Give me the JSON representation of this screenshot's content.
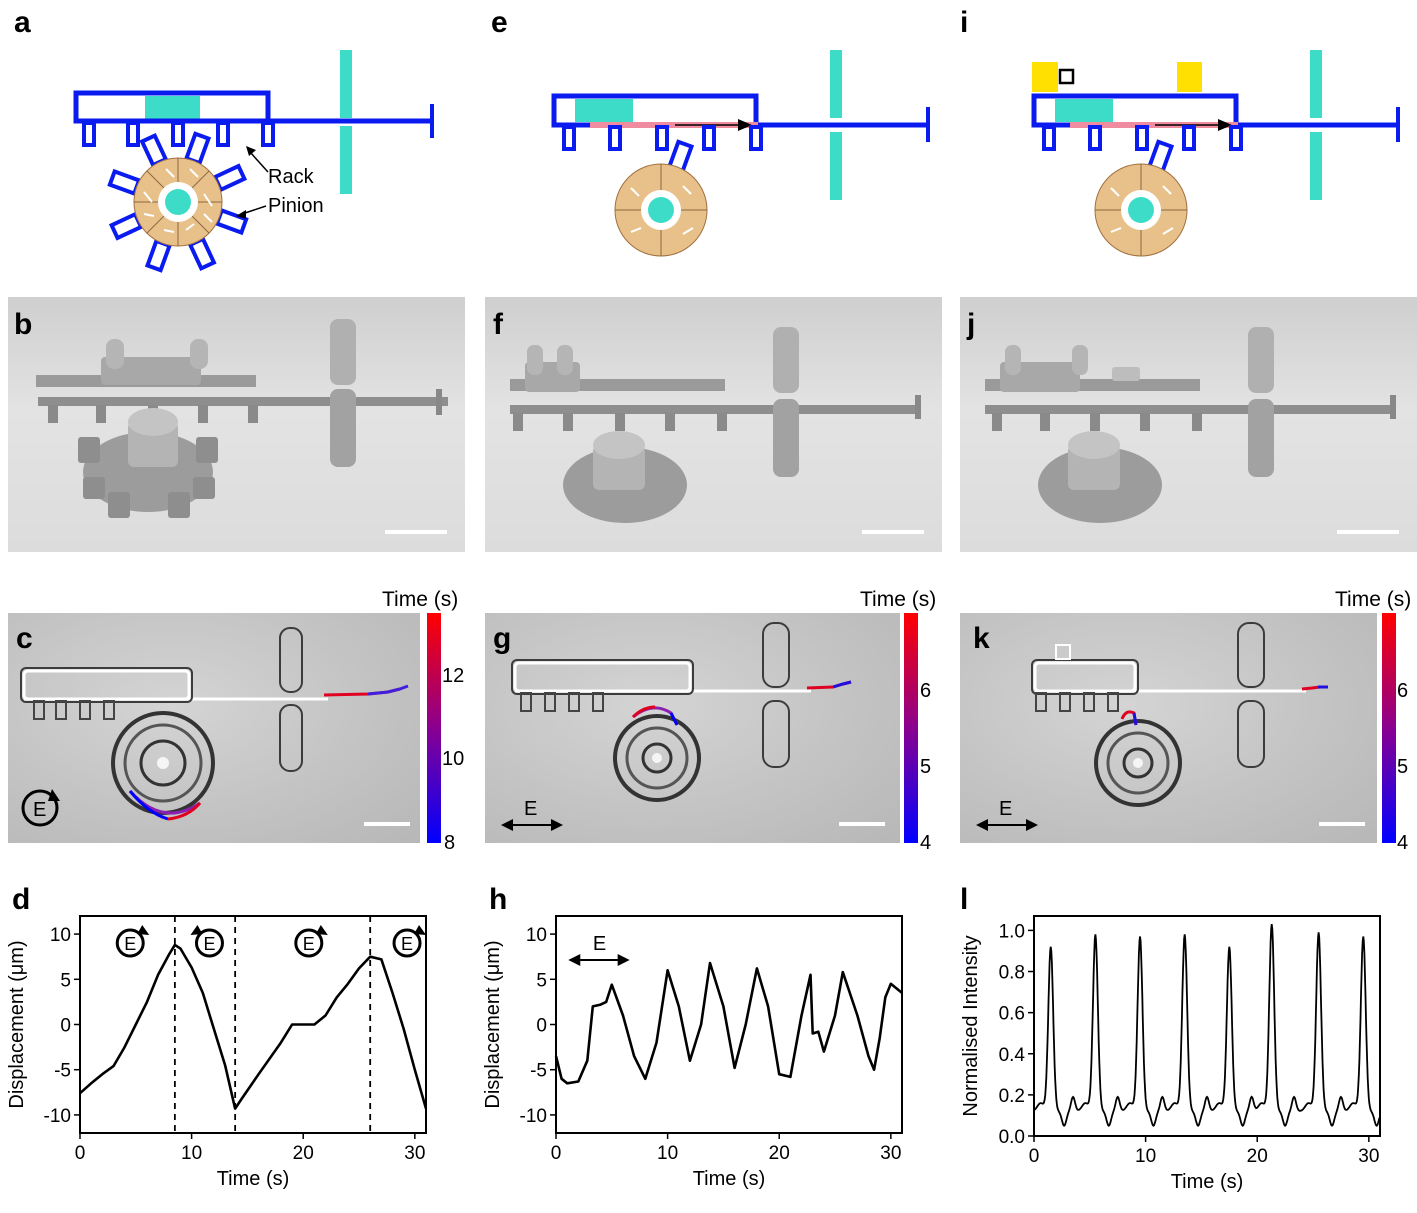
{
  "panels": {
    "a": "a",
    "b": "b",
    "c": "c",
    "d": "d",
    "e": "e",
    "f": "f",
    "g": "g",
    "h": "h",
    "i": "i",
    "j": "j",
    "k": "k",
    "l": "l"
  },
  "scheme_labels": {
    "rack": "Rack",
    "pinion": "Pinion"
  },
  "field_label": "E",
  "colorbars": [
    {
      "title": "Time (s)",
      "ticks": [
        "12",
        "10",
        "8"
      ],
      "min": 8,
      "max": 13.3
    },
    {
      "title": "Time (s)",
      "ticks": [
        "6",
        "5",
        "4"
      ],
      "min": 4,
      "max": 6.8
    },
    {
      "title": "Time (s)",
      "ticks": [
        "6",
        "5",
        "4"
      ],
      "min": 4,
      "max": 6.8
    }
  ],
  "colors": {
    "structure": "#0a1bf0",
    "cyan": "#3ddcc8",
    "pinion_fill": "#e8c08a",
    "yellow": "#ffe000",
    "pink": "#f08ca0",
    "colormap": [
      "#0000ff",
      "#ff0000"
    ]
  },
  "chart_data": [
    {
      "panel": "d",
      "type": "line",
      "xlabel": "Time (s)",
      "ylabel": "Displacement (μm)",
      "xlim": [
        0,
        31
      ],
      "ylim": [
        -12,
        12
      ],
      "xticks": [
        "0",
        "10",
        "20",
        "30"
      ],
      "yticks": [
        "10",
        "5",
        "0",
        "-5",
        "-10"
      ],
      "vlines": [
        8.5,
        13.9,
        26
      ],
      "x": [
        0,
        1,
        2,
        3,
        4,
        5,
        6,
        7,
        8,
        8.5,
        9,
        10,
        11,
        12,
        13,
        13.9,
        14.5,
        16,
        18,
        19,
        20,
        21,
        22,
        23,
        24,
        25,
        26,
        27,
        28,
        29,
        30,
        31
      ],
      "y": [
        -7.6,
        -6.5,
        -5.5,
        -4.6,
        -2.5,
        0,
        2.5,
        5.5,
        7.8,
        8.8,
        8.4,
        6.3,
        3.5,
        -0.5,
        -4.5,
        -9.3,
        -8.2,
        -5.5,
        -2,
        0,
        0,
        0,
        1,
        3,
        4.5,
        6.2,
        7.5,
        7.2,
        3.5,
        -0.5,
        -5,
        -9.3
      ]
    },
    {
      "panel": "h",
      "type": "line",
      "xlabel": "Time (s)",
      "ylabel": "Displacement (μm)",
      "xlim": [
        0,
        31
      ],
      "ylim": [
        -12,
        12
      ],
      "xticks": [
        "0",
        "10",
        "20",
        "30"
      ],
      "yticks": [
        "10",
        "5",
        "0",
        "-5",
        "-10"
      ],
      "x": [
        0,
        0.5,
        1,
        2,
        2.8,
        3.3,
        4,
        4.5,
        5,
        6,
        7,
        8,
        9,
        10,
        11,
        12,
        13,
        13.8,
        15,
        16,
        17,
        18,
        19,
        20,
        21,
        22,
        22.8,
        23,
        23.5,
        24,
        25,
        25.7,
        27,
        28,
        28.5,
        29,
        29.5,
        30,
        31
      ],
      "y": [
        -3.5,
        -6,
        -6.5,
        -6.3,
        -4,
        2,
        2.2,
        2.5,
        4.4,
        1,
        -3.5,
        -6,
        -2,
        6,
        2,
        -4,
        0,
        6.8,
        2,
        -4.8,
        0,
        6.2,
        2,
        -5.5,
        -5.8,
        1,
        5.5,
        -1,
        -0.8,
        -3,
        1,
        5.8,
        1,
        -3.5,
        -5,
        -1.5,
        3,
        4.5,
        3.5
      ]
    },
    {
      "panel": "l",
      "type": "line",
      "xlabel": "Time (s)",
      "ylabel": "Normalised Intensity",
      "xlim": [
        0,
        31
      ],
      "ylim": [
        0,
        1.07
      ],
      "xticks": [
        "0",
        "10",
        "20",
        "30"
      ],
      "yticks": [
        "1.0",
        "0.8",
        "0.6",
        "0.4",
        "0.2",
        "0.0"
      ],
      "peaks": [
        {
          "t": 1.5,
          "v": 0.9
        },
        {
          "t": 5.5,
          "v": 0.96
        },
        {
          "t": 9.5,
          "v": 0.95
        },
        {
          "t": 13.5,
          "v": 0.96
        },
        {
          "t": 17.5,
          "v": 0.9
        },
        {
          "t": 21.3,
          "v": 1.01
        },
        {
          "t": 25.5,
          "v": 0.97
        },
        {
          "t": 29.5,
          "v": 0.95
        }
      ]
    }
  ]
}
